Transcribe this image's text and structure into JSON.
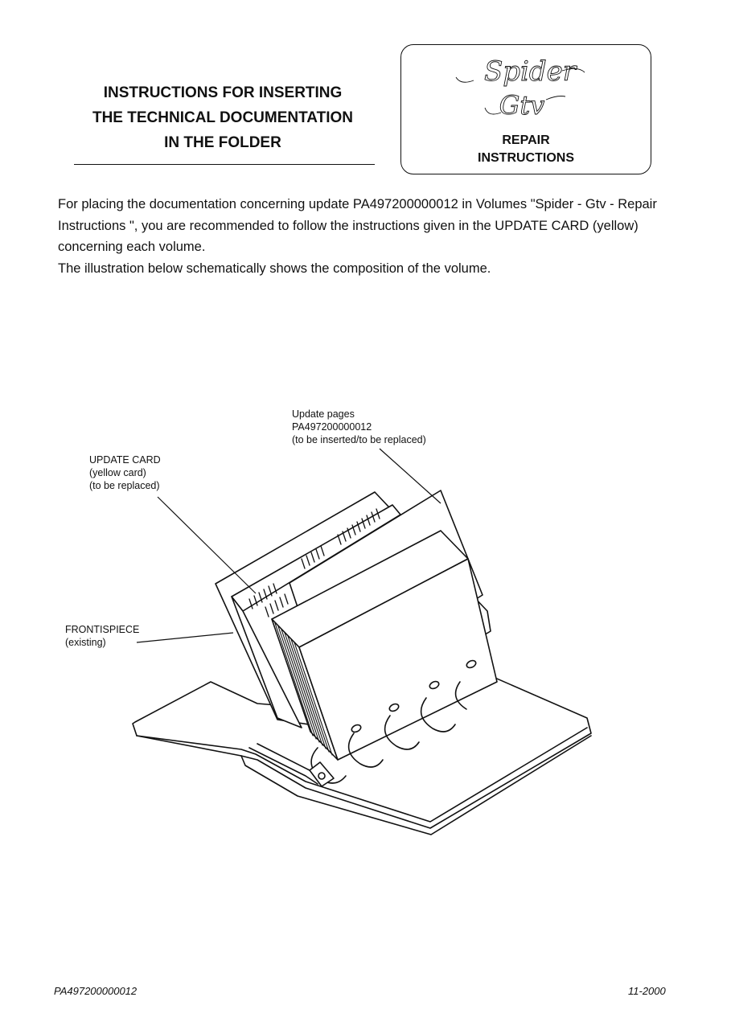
{
  "title": {
    "line1": "INSTRUCTIONS FOR INSERTING",
    "line2": "THE TECHNICAL  DOCUMENTATION",
    "line3": "IN THE FOLDER"
  },
  "logo": {
    "script_word1": "Spider",
    "script_word2": "Gtv",
    "caption_line1": "REPAIR",
    "caption_line2": "INSTRUCTIONS"
  },
  "intro": {
    "paragraph1": "For placing the documentation concerning update PA497200000012 in  Volumes \"Spider - Gtv - Repair Instructions \", you are recommended to follow the instructions given in the UPDATE CARD (yellow) concerning each volume.",
    "paragraph2": "The illustration below schematically shows the composition of the volume."
  },
  "labels": {
    "update_pages": {
      "line1": "Update pages",
      "line2": "PA497200000012",
      "line3": "(to be inserted/to be replaced)"
    },
    "update_card": {
      "line1": "UPDATE CARD",
      "line2": "(yellow card)",
      "line3": "(to be replaced)"
    },
    "frontispiece": {
      "line1": "FRONTISPIECE",
      "line2": "(existing)"
    }
  },
  "footer": {
    "doc_code": "PA497200000012",
    "date": "11-2000"
  }
}
